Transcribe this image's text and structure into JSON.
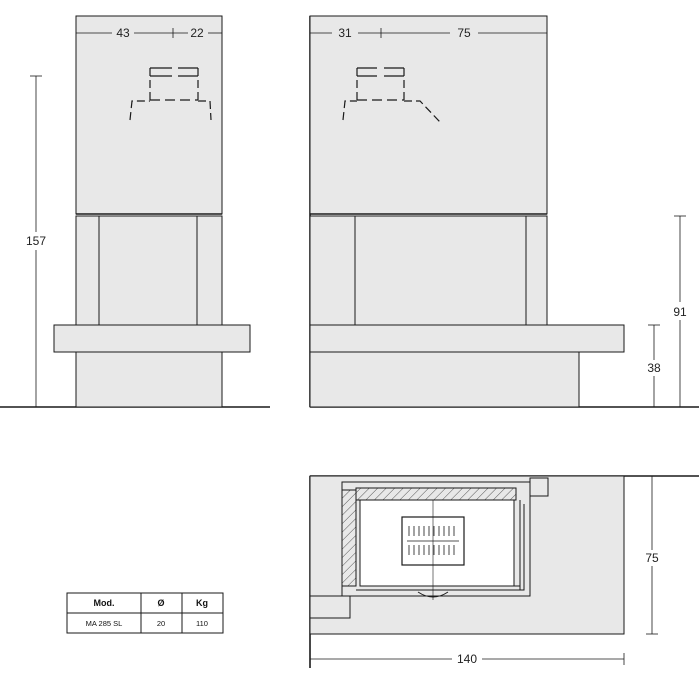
{
  "dimensions": {
    "front_width_left": "43",
    "front_width_right": "22",
    "side_width_left": "31",
    "side_width_right": "75",
    "total_height": "157",
    "side_height": "91",
    "bench_height": "38",
    "plan_depth": "75",
    "plan_width": "140"
  },
  "spec_table": {
    "headers": [
      "Mod.",
      "Ø",
      "Kg"
    ],
    "rows": [
      [
        "MA 285 SL",
        "20",
        "110"
      ]
    ]
  },
  "colors": {
    "line": "#1a1a1a",
    "panel_fill": "#e8e8e8",
    "hatch": "#555555"
  }
}
